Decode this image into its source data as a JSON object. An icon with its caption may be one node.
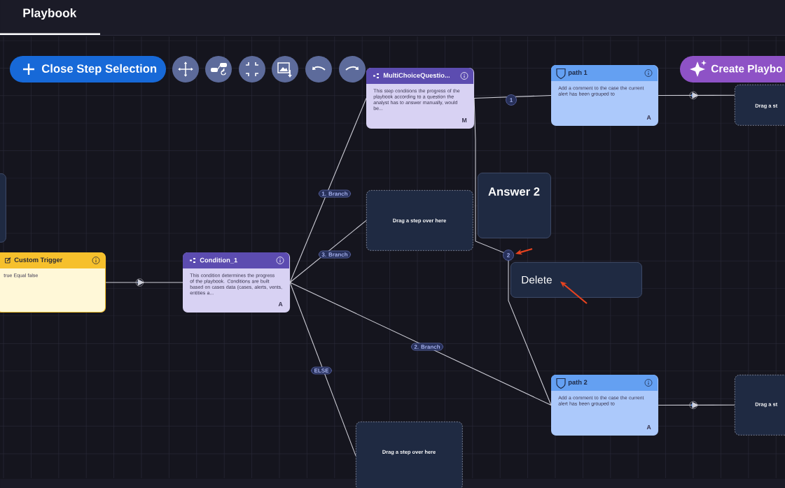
{
  "diagram": {
    "nodes": [
      {
        "text": [],
        "shape": "box"
      },
      {
        "text": [
          "Custom Trigger",
          "true Equal false"
        ]
      },
      {
        "text": [
          "Condition_1",
          "This condition determines the progress of the playbook. Conditions are built based on cases data (cases, alerts, vents, entities a...",
          "A"
        ]
      },
      {
        "text": [
          "MultiChoiceQuestio...",
          "This step conditions the progress of the playbook according to a question the analyst has to answer manually, would be...",
          "M"
        ]
      },
      {
        "text": [
          "Drag a step over here"
        ]
      },
      {
        "text": [
          "Answer 2"
        ]
      },
      {
        "text": [
          "path 1",
          "Add a comment to the case the current alert has been grouped to",
          "A"
        ]
      },
      {
        "text": [
          "Delete"
        ]
      },
      {
        "text": [
          "Drag a step over here"
        ]
      },
      {
        "text": [
          "path 2",
          "Add a comment to the case the current alert has been grouped to",
          "A"
        ]
      },
      {
        "text": [
          "Drag a st"
        ]
      },
      {
        "text": [
          "Drag a st"
        ]
      }
    ],
    "edges": [
      {
        "from": 1,
        "to": 2,
        "arrow": "to"
      },
      {
        "from": 2,
        "to": 3,
        "arrow": "none",
        "label": "1. Branch"
      },
      {
        "from": 2,
        "to": 4,
        "arrow": "none",
        "label": "3. Branch"
      },
      {
        "from": 2,
        "to": 9,
        "arrow": "none",
        "label": "2. Branch"
      },
      {
        "from": 2,
        "to": 8,
        "arrow": "none",
        "label": "ELSE"
      },
      {
        "from": 3,
        "to": 6,
        "arrow": "none",
        "label": "1"
      },
      {
        "from": 3,
        "to": 9,
        "arrow": "none",
        "label": "2"
      },
      {
        "from": 6,
        "to": 10,
        "arrow": "to"
      },
      {
        "from": 9,
        "to": 11,
        "arrow": "to"
      },
      {
        "from": null,
        "to": 7,
        "arrow": "to",
        "color": "#e8431f"
      }
    ],
    "labels": [
      "Playbook",
      "Close Step Selection",
      "Create Playbo"
    ]
  }
}
